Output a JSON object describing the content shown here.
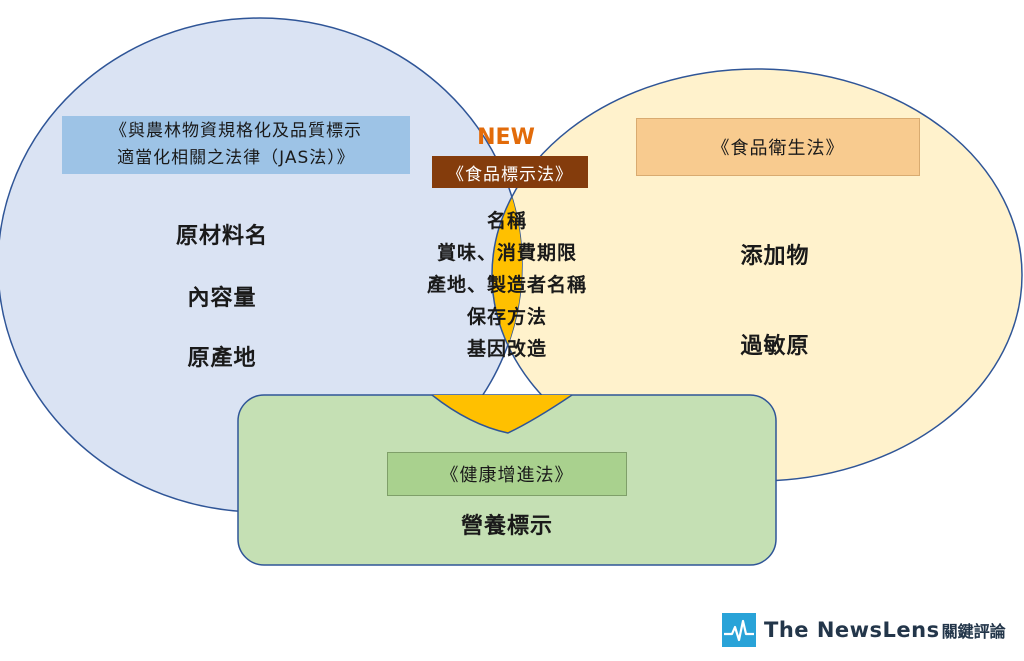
{
  "colors": {
    "left_circle": "#dae3f3",
    "right_circle": "#fff2cc",
    "overlap": "#ffc000",
    "bottom_box": "#c5e0b4",
    "jas_label": "#9dc3e6",
    "hygiene_label": "#f8cb8f",
    "labeling_label": "#843c0c",
    "health_label": "#a9d18e",
    "new_text": "#e26b0a",
    "outline": "#2f5597"
  },
  "jas_law": {
    "line1": "《與農林物資規格化及品質標示",
    "line2": "適當化相關之法律（JAS法）》",
    "items": [
      "原材料名",
      "內容量",
      "原產地"
    ]
  },
  "food_hygiene_law": {
    "label": "《食品衛生法》",
    "items": [
      "添加物",
      "過敏原"
    ]
  },
  "food_labeling_act": {
    "badge": "NEW",
    "label": "《食品標示法》",
    "items": [
      "名稱",
      "賞味、消費期限",
      "產地、製造者名稱",
      "保存方法",
      "基因改造"
    ]
  },
  "health_promotion_law": {
    "label": "《健康增進法》",
    "items": [
      "營養標示"
    ]
  },
  "logo": {
    "icon": "pulse-line-icon",
    "text": "The NewsLens",
    "cjk": "關鍵評論"
  }
}
